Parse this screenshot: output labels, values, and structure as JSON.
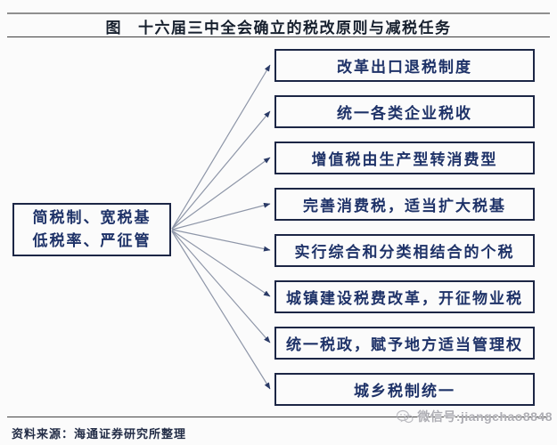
{
  "title": {
    "prefix": "图",
    "text": "十六届三中全会确立的税改原则与减税任务"
  },
  "principle_box": {
    "line1": "简税制、宽税基",
    "line2": "低税率、严征管"
  },
  "tasks": [
    "改革出口退税制度",
    "统一各类企业税收",
    "增值税由生产型转消费型",
    "完善消费税，适当扩大税基",
    "实行综合和分类相结合的个税",
    "城镇建设税费改革，开征物业税",
    "统一税政，赋予地方适当管理权",
    "城乡税制统一"
  ],
  "footer": {
    "source": "资料来源：海通证券研究所整理"
  },
  "watermark": {
    "icon": "wechat-icon",
    "text": "微信号:jiangchao8848"
  },
  "colors": {
    "box_text_navy": "#1e3268",
    "box_border_navy": "#1c2645",
    "connector_gray": "#8e96a8",
    "arrowhead_navy": "#2a3a66",
    "watermark_gray": "#aeaeb4",
    "rule_gray": "#8f8f8f",
    "rule_dark": "#3f3f3f"
  }
}
